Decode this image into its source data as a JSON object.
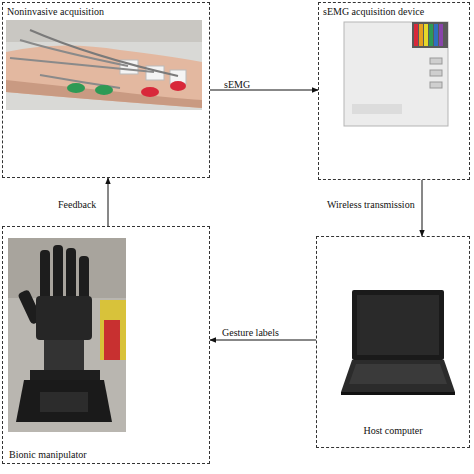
{
  "diagram": {
    "nodes": [
      {
        "text": [
          "Noninvasive acquisition"
        ]
      },
      {
        "text": [
          "sEMG acquisition device"
        ]
      },
      {
        "text": [
          "Host computer"
        ]
      },
      {
        "text": [
          "Bionic manipulator"
        ]
      }
    ],
    "edges": [
      {
        "from": 0,
        "to": 1,
        "label": "sEMG",
        "arrow": "to"
      },
      {
        "from": 1,
        "to": 2,
        "label": "Wireless transmission",
        "arrow": "to"
      },
      {
        "from": 2,
        "to": 3,
        "label": "Gesture labels",
        "arrow": "to"
      },
      {
        "from": 3,
        "to": 0,
        "label": "Feedback",
        "arrow": "to"
      }
    ]
  }
}
